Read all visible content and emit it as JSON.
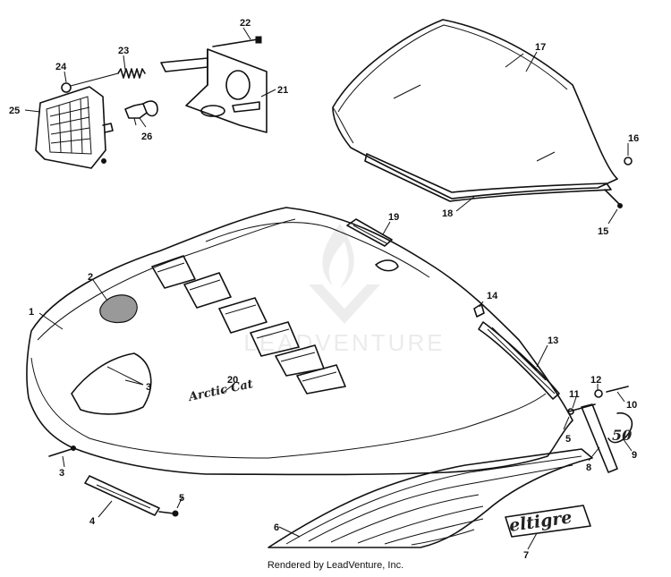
{
  "footer": {
    "credit": "Rendered by LeadVenture, Inc."
  },
  "watermark": {
    "text": "LEADVENTURE"
  },
  "decals": {
    "model_script": "Arctic Cat",
    "badge": "eltigre",
    "side_badge": "50"
  },
  "callouts": {
    "c1": "1",
    "c2": "2",
    "c3a": "3",
    "c3b": "3",
    "c4": "4",
    "c5a": "5",
    "c5b": "5",
    "c6": "6",
    "c7": "7",
    "c8": "8",
    "c9": "9",
    "c10": "10",
    "c11": "11",
    "c12": "12",
    "c13": "13",
    "c14": "14",
    "c15": "15",
    "c16": "16",
    "c17": "17",
    "c18": "18",
    "c19": "19",
    "c20": "20",
    "c21": "21",
    "c22": "22",
    "c23": "23",
    "c24": "24",
    "c25": "25",
    "c26": "26"
  }
}
